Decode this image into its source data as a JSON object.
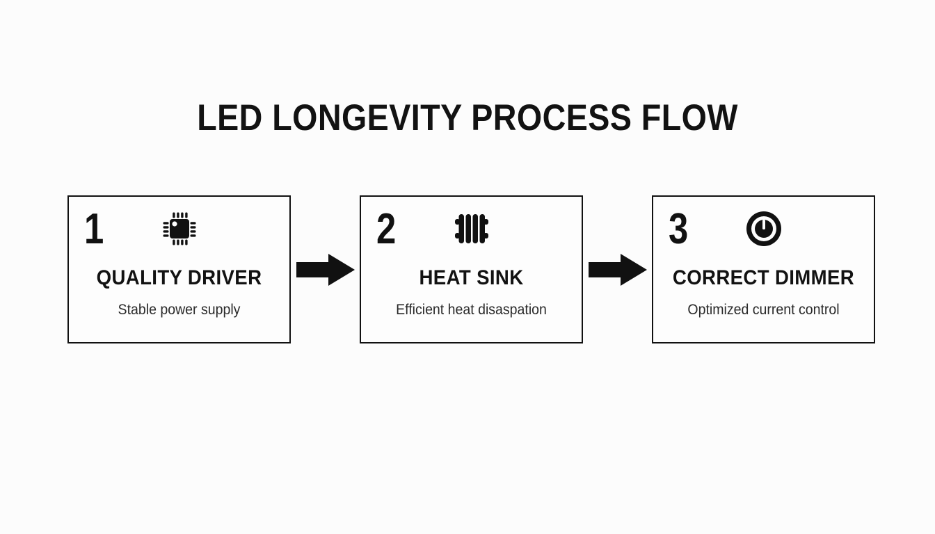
{
  "page": {
    "title": "LED LONGEVITY PROCESS FLOW",
    "background_color": "#fcfcfc",
    "ink_color": "#111111"
  },
  "flow": {
    "steps": [
      {
        "number": "1",
        "icon": "microchip-icon",
        "heading": "QUALITY DRIVER",
        "subtitle": "Stable power supply"
      },
      {
        "number": "2",
        "icon": "heat-sink-icon",
        "heading": "HEAT SINK",
        "subtitle": "Efficient heat disaspation"
      },
      {
        "number": "3",
        "icon": "dimmer-knob-icon",
        "heading": "CORRECT DIMMER",
        "subtitle": "Optimized current control"
      }
    ],
    "connectors": [
      {
        "icon": "arrow-right-icon"
      },
      {
        "icon": "arrow-right-icon"
      }
    ]
  }
}
